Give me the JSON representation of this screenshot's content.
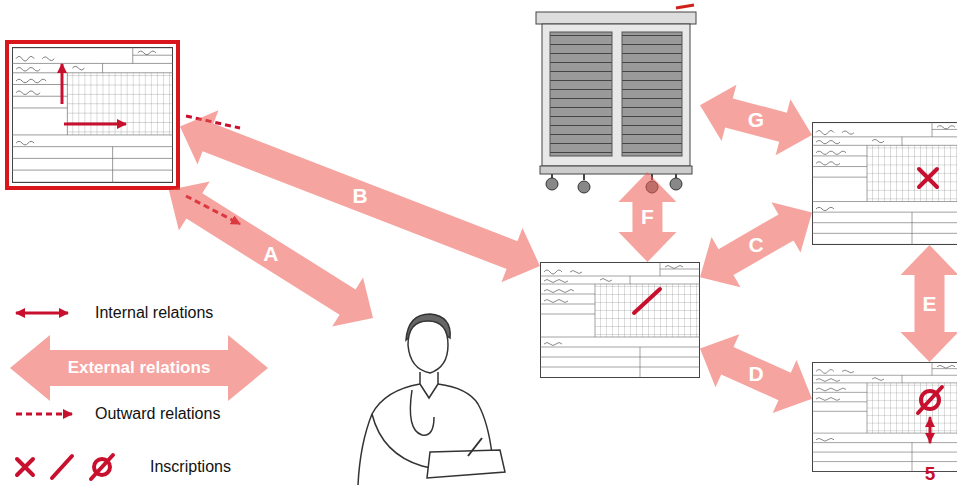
{
  "diagram": {
    "nodes": [
      {
        "text": []
      },
      {
        "text": []
      },
      {
        "text": []
      },
      {
        "text": []
      },
      {
        "text": []
      },
      {
        "text": []
      }
    ],
    "edges": [
      {
        "from": 0,
        "to": 4,
        "arrow": "both",
        "label": "A"
      },
      {
        "from": 0,
        "to": 3,
        "arrow": "both",
        "label": "B"
      },
      {
        "from": 3,
        "to": 2,
        "arrow": "both",
        "label": "C"
      },
      {
        "from": 3,
        "to": 5,
        "arrow": "both",
        "label": "D"
      },
      {
        "from": 2,
        "to": 5,
        "arrow": "both",
        "label": "E"
      },
      {
        "from": 1,
        "to": 3,
        "arrow": "both",
        "label": "F"
      },
      {
        "from": 1,
        "to": 2,
        "arrow": "both",
        "label": "G"
      }
    ],
    "labels": [
      "5"
    ],
    "legend": [
      {
        "text": "Internal relations"
      },
      {
        "text": "External relations"
      },
      {
        "text": "Outward relations"
      },
      {
        "text": "Inscriptions"
      }
    ]
  }
}
